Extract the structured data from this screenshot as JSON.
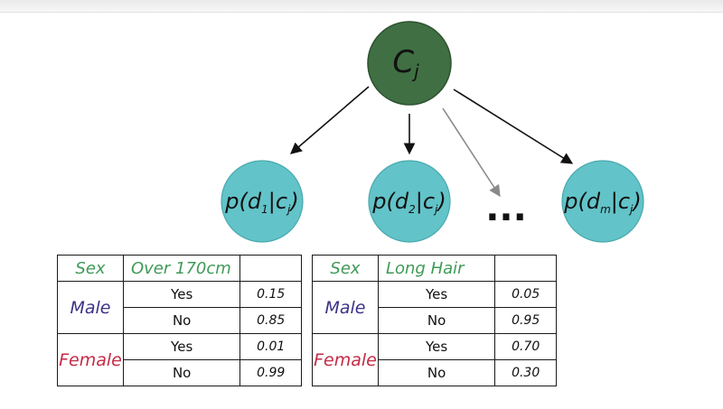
{
  "diagram": {
    "root": {
      "label_main": "C",
      "label_sub": "j",
      "fill": "#3f6f43",
      "stroke": "#2d5230"
    },
    "leaf_fill": "#62c3c8",
    "leaf_stroke": "#47a9ae",
    "leaves": [
      {
        "prefix": "p(d",
        "index": "1",
        "mid": "|c",
        "sub": "j",
        "suffix": ")"
      },
      {
        "prefix": "p(d",
        "index": "2",
        "mid": "|c",
        "sub": "j",
        "suffix": ")"
      },
      {
        "prefix": "p(d",
        "index": "m",
        "mid": "|c",
        "sub": "j",
        "suffix": ")"
      }
    ],
    "ellipsis": "..."
  },
  "tables": [
    {
      "var_header": "Sex",
      "attr_header": "Over 170cm",
      "groups": [
        {
          "label": "Male",
          "rows": [
            {
              "value": "Yes",
              "prob": "0.15"
            },
            {
              "value": "No",
              "prob": "0.85"
            }
          ]
        },
        {
          "label": "Female",
          "rows": [
            {
              "value": "Yes",
              "prob": "0.01"
            },
            {
              "value": "No",
              "prob": "0.99"
            }
          ]
        }
      ]
    },
    {
      "var_header": "Sex",
      "attr_header": "Long Hair",
      "groups": [
        {
          "label": "Male",
          "rows": [
            {
              "value": "Yes",
              "prob": "0.05"
            },
            {
              "value": "No",
              "prob": "0.95"
            }
          ]
        },
        {
          "label": "Female",
          "rows": [
            {
              "value": "Yes",
              "prob": "0.70"
            },
            {
              "value": "No",
              "prob": "0.30"
            }
          ]
        }
      ]
    }
  ]
}
